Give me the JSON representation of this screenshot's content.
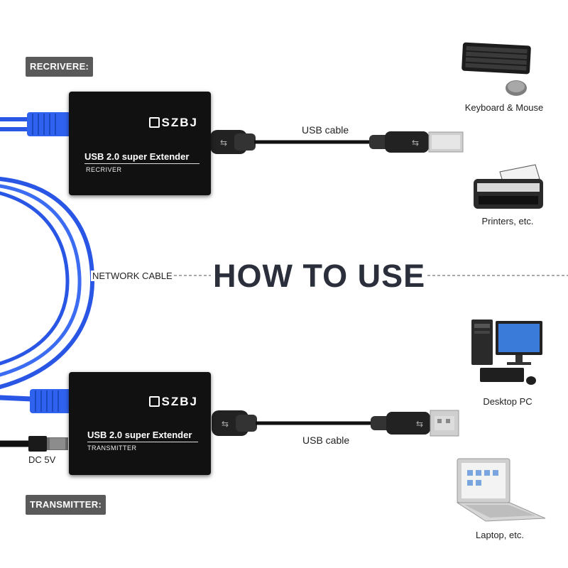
{
  "labels": {
    "receiver_tag": "RECRIVERE:",
    "transmitter_tag": "TRANSMITTER:",
    "network_cable": "NETWORK CABLE",
    "headline": "HOW TO USE",
    "usb_cable_top": "USB cable",
    "usb_cable_bottom": "USB cable",
    "dc": "DC 5V"
  },
  "receiver": {
    "brand": "SZBJ",
    "product": "USB 2.0 super Extender",
    "role": "RECRIVER"
  },
  "transmitter": {
    "brand": "SZBJ",
    "product": "USB 2.0 super Extender",
    "role": "TRANSMITTER"
  },
  "devices": [
    {
      "caption": "Keyboard & Mouse",
      "icon": "keyboard-mouse-icon"
    },
    {
      "caption": "Printers, etc.",
      "icon": "printer-icon"
    },
    {
      "caption": "Desktop PC",
      "icon": "desktop-pc-icon"
    },
    {
      "caption": "Laptop, etc.",
      "icon": "laptop-icon"
    }
  ],
  "colors": {
    "cable_blue": "#2a56e6",
    "tag_bg": "#5a5a5a",
    "box_bg": "#111111",
    "headline": "#2a2f3b"
  }
}
